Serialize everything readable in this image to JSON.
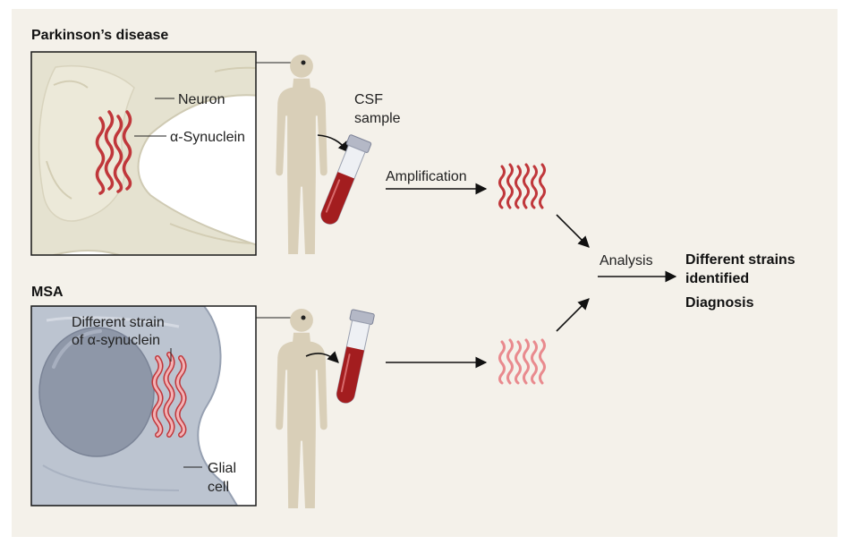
{
  "pd_section": {
    "title": "Parkinson’s disease",
    "neuron_label": "Neuron",
    "protein_label": "α-Synuclein",
    "csf_line1": "CSF",
    "csf_line2": "sample",
    "amplification_label": "Amplification"
  },
  "msa_section": {
    "title": "MSA",
    "strain_line1": "Different strain",
    "strain_line2": "of α-synuclein",
    "glial_line1": "Glial",
    "glial_line2": "cell"
  },
  "result": {
    "analysis_label": "Analysis",
    "outcome_line1": "Different strains",
    "outcome_line2": "identified",
    "diagnosis": "Diagnosis"
  },
  "colors": {
    "background": "#f4f1ea",
    "neuron_fill": "#e5e2d0",
    "glial_fill": "#bcc4d0",
    "nucleus_fill": "#8e97a8",
    "human_silhouette": "#d9cfb8",
    "pd_fibril": "#c0373b",
    "msa_fibril": "#e98a8e",
    "blood": "#a31d1f",
    "arrow": "#111111"
  }
}
